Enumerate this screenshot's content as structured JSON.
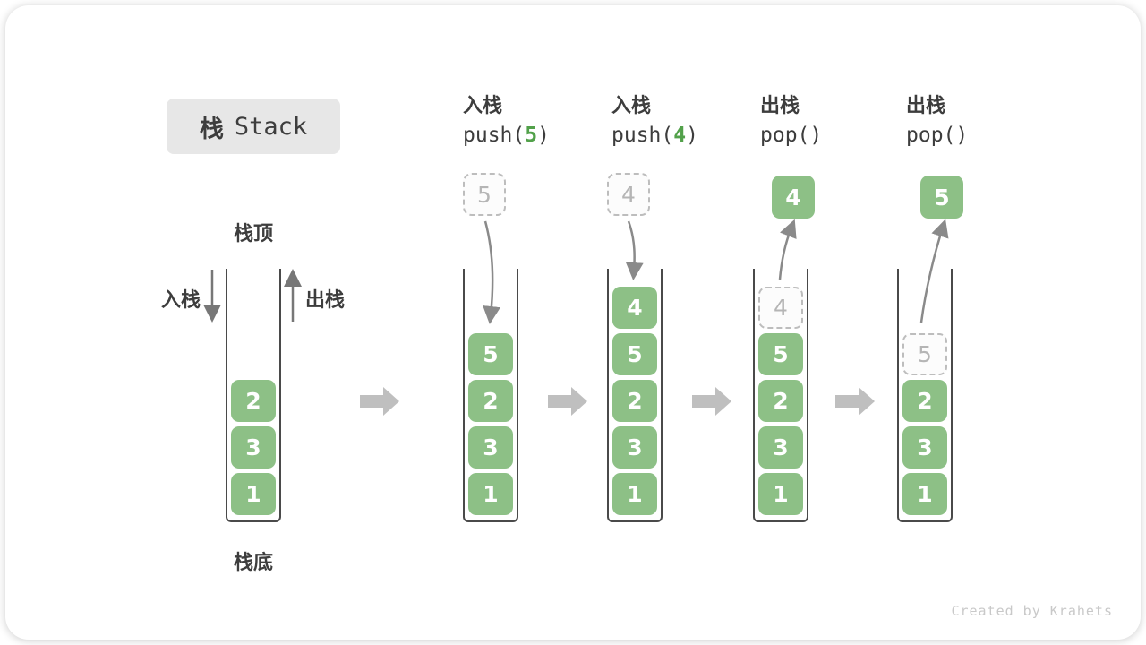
{
  "title": {
    "zh": "栈",
    "en": "Stack"
  },
  "watermark": "Created by Krahets",
  "side_labels": {
    "stack_top": "栈顶",
    "stack_bottom": "栈底",
    "push": "入栈",
    "pop": "出栈"
  },
  "operations": [
    {
      "name": "入栈",
      "code": {
        "prefix": "push(",
        "arg": "5",
        "suffix": ")"
      }
    },
    {
      "name": "入栈",
      "code": {
        "prefix": "push(",
        "arg": "4",
        "suffix": ")"
      }
    },
    {
      "name": "出栈",
      "code": {
        "prefix": "pop(",
        "arg": "",
        "suffix": ")"
      }
    },
    {
      "name": "出栈",
      "code": {
        "prefix": "pop(",
        "arg": "",
        "suffix": ")"
      }
    }
  ],
  "stages": [
    {
      "stack": [
        {
          "value": "2",
          "style": "solid"
        },
        {
          "value": "3",
          "style": "solid"
        },
        {
          "value": "1",
          "style": "solid"
        }
      ]
    },
    {
      "floating": {
        "value": "5",
        "style": "dashed"
      },
      "arrow": "down",
      "stack": [
        {
          "value": "5",
          "style": "solid"
        },
        {
          "value": "2",
          "style": "solid"
        },
        {
          "value": "3",
          "style": "solid"
        },
        {
          "value": "1",
          "style": "solid"
        }
      ]
    },
    {
      "floating": {
        "value": "4",
        "style": "dashed"
      },
      "arrow": "down",
      "stack": [
        {
          "value": "4",
          "style": "solid"
        },
        {
          "value": "5",
          "style": "solid"
        },
        {
          "value": "2",
          "style": "solid"
        },
        {
          "value": "3",
          "style": "solid"
        },
        {
          "value": "1",
          "style": "solid"
        }
      ]
    },
    {
      "floating": {
        "value": "4",
        "style": "solid"
      },
      "arrow": "up",
      "stack": [
        {
          "value": "4",
          "style": "dashed"
        },
        {
          "value": "5",
          "style": "solid"
        },
        {
          "value": "2",
          "style": "solid"
        },
        {
          "value": "3",
          "style": "solid"
        },
        {
          "value": "1",
          "style": "solid"
        }
      ]
    },
    {
      "floating": {
        "value": "5",
        "style": "solid"
      },
      "arrow": "up",
      "stack": [
        {
          "value": "5",
          "style": "dashed"
        },
        {
          "value": "2",
          "style": "solid"
        },
        {
          "value": "3",
          "style": "solid"
        },
        {
          "value": "1",
          "style": "solid"
        }
      ]
    }
  ],
  "colors": {
    "cell_green": "#8dc086",
    "code_green": "#52a14a",
    "text_dark": "#3d3d3d",
    "container_stroke": "#4a4a4a",
    "dashed_gray": "#bdbdbd",
    "curve_arrow_gray": "#8a8a8a",
    "big_arrow_gray": "#bfbfbf",
    "title_bg": "#e7e7e7",
    "watermark_gray": "#c9c9c9"
  }
}
